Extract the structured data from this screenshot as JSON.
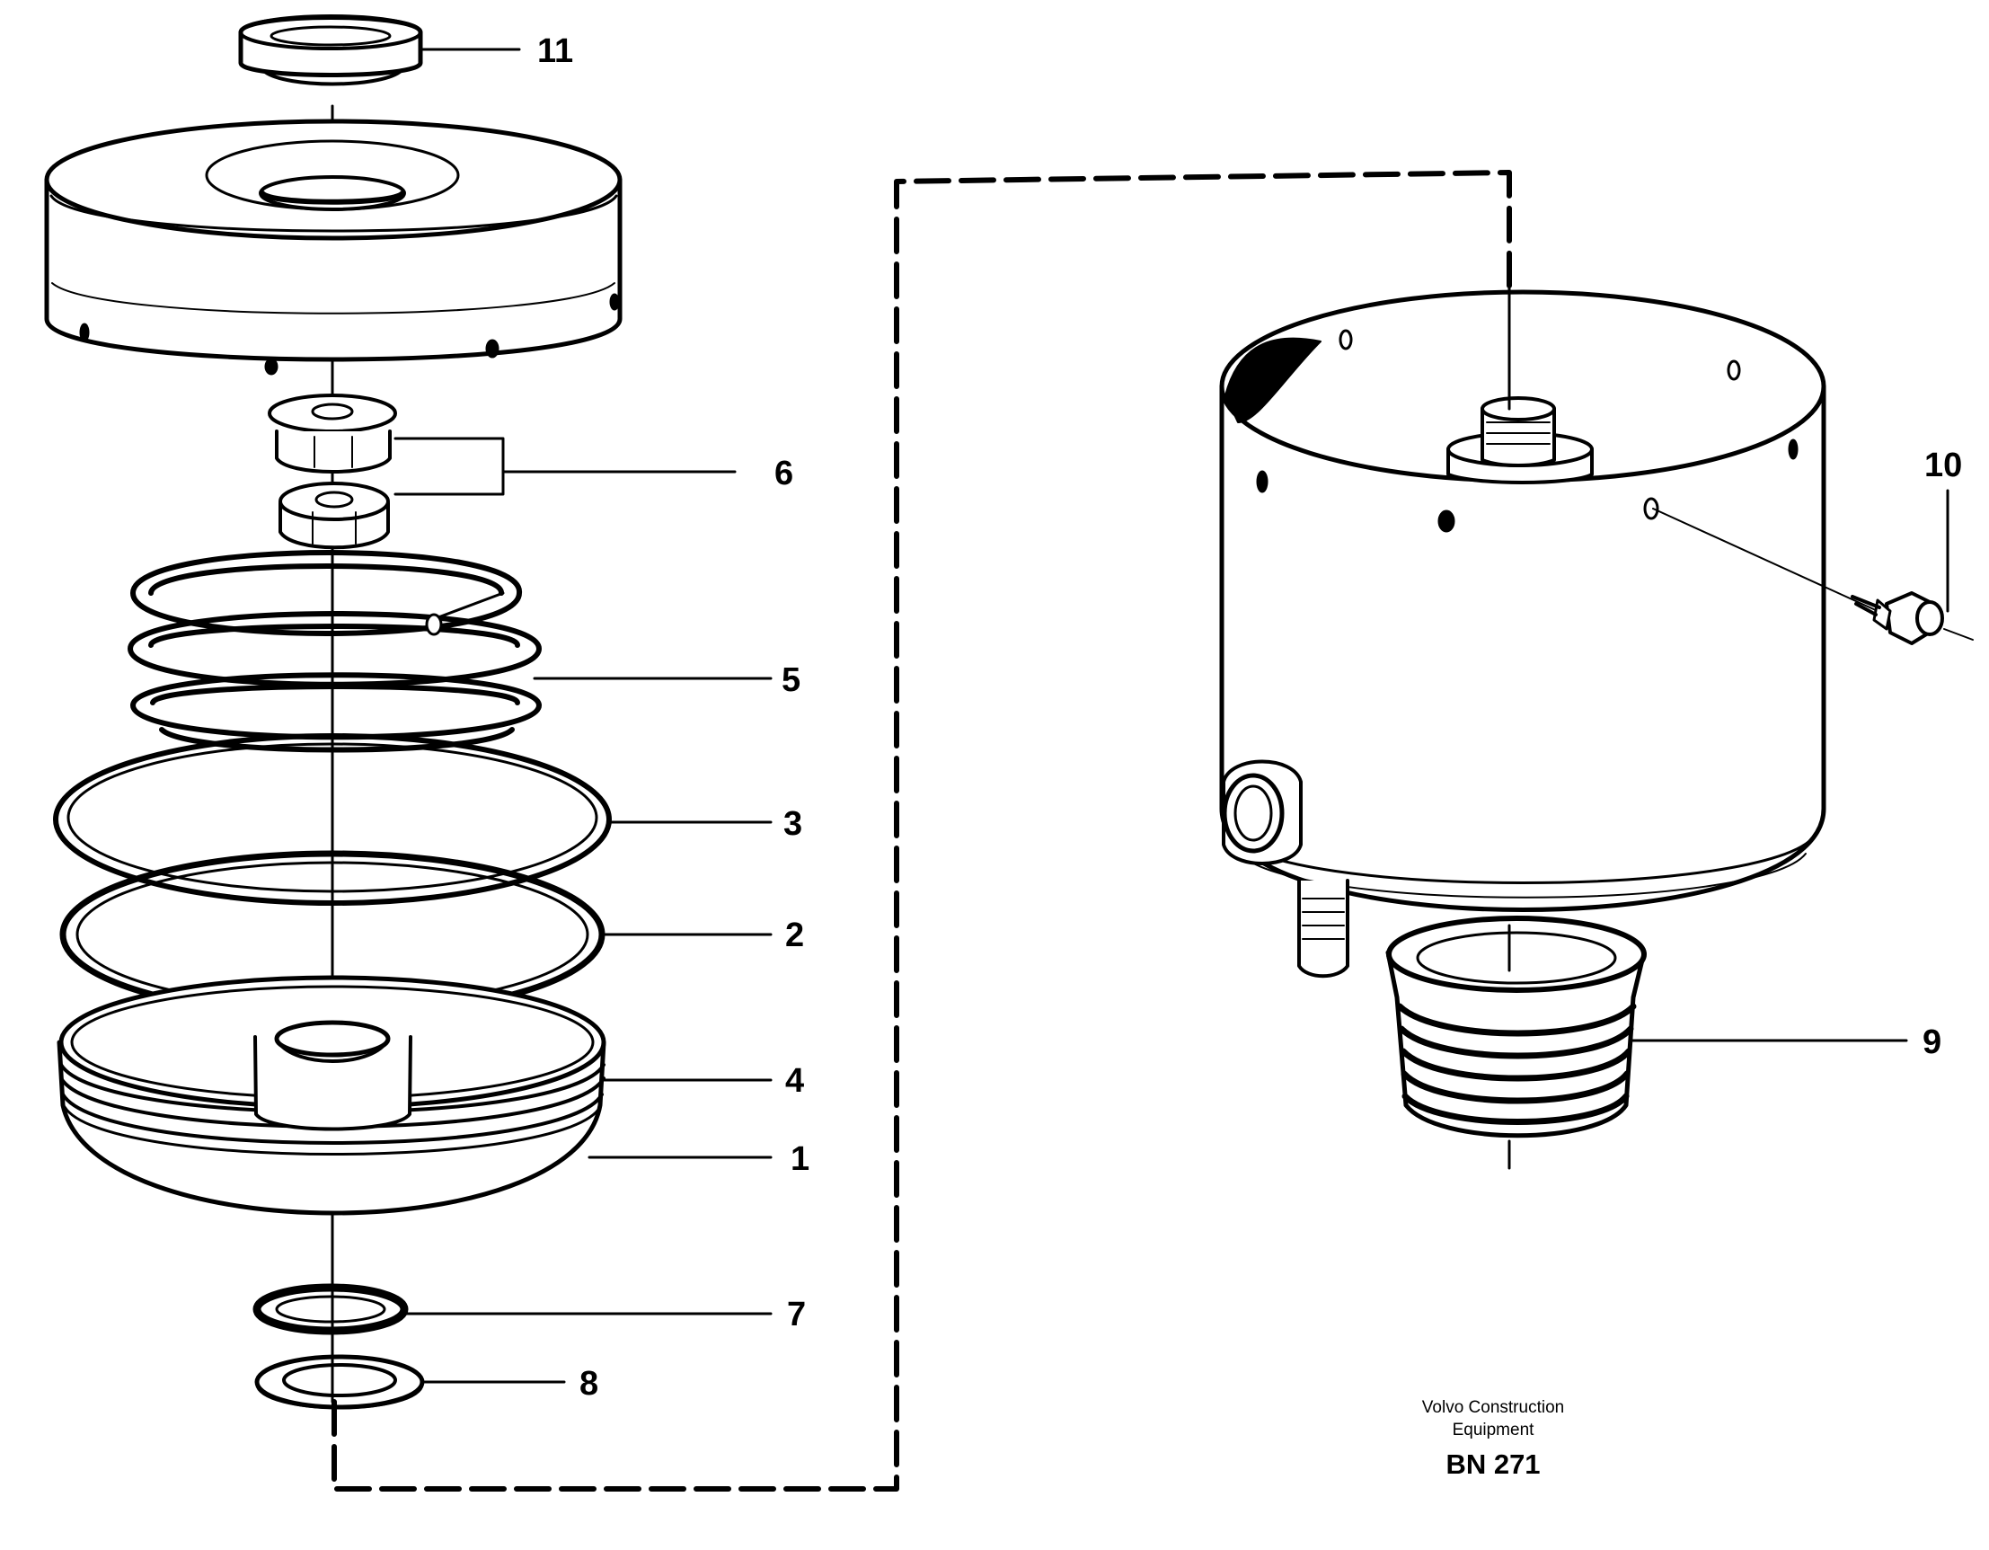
{
  "callouts": {
    "c1": "1",
    "c2": "2",
    "c3": "3",
    "c4": "4",
    "c5": "5",
    "c6": "6",
    "c7": "7",
    "c8": "8",
    "c9": "9",
    "c10": "10",
    "c11": "11"
  },
  "caption": {
    "line1": "Volvo Construction",
    "line2": "Equipment",
    "code": "BN 271"
  }
}
